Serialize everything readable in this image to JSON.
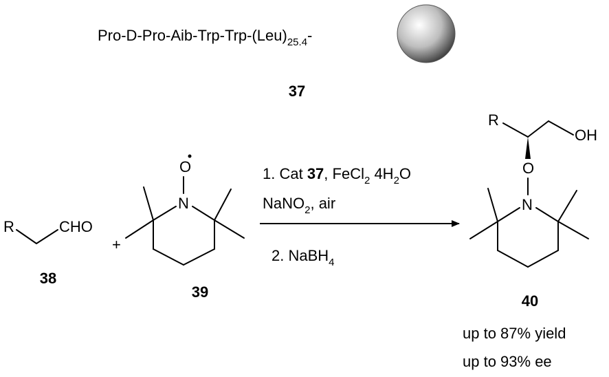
{
  "catalyst": {
    "sequence_pre": "Pro-D-Pro-Aib-Trp-Trp-(Leu)",
    "sequence_sub": "25.4",
    "sequence_post": "-",
    "number": "37"
  },
  "reactant_aldehyde": {
    "R": "R",
    "group": "CHO",
    "number": "38"
  },
  "plus": "+",
  "reactant_tempo": {
    "O": "O",
    "N": "N",
    "number": "39"
  },
  "conditions": {
    "line1_pre": "1. Cat ",
    "line1_bold": "37",
    "line1_mid": ", FeCl",
    "line1_sub1": "2",
    "line1_mid2": " 4H",
    "line1_sub2": "2",
    "line1_end": "O",
    "line2_pre": "NaNO",
    "line2_sub": "2",
    "line2_end": ", air",
    "line3_pre": "2. NaBH",
    "line3_sub": "4"
  },
  "product": {
    "R": "R",
    "OH": "OH",
    "O": "O",
    "N": "N",
    "number": "40",
    "yield": "up to 87% yield",
    "ee": "up to 93% ee"
  },
  "colors": {
    "ink": "#000000",
    "bead_light": "#ffffff",
    "bead_dark": "#3a3a3a"
  }
}
